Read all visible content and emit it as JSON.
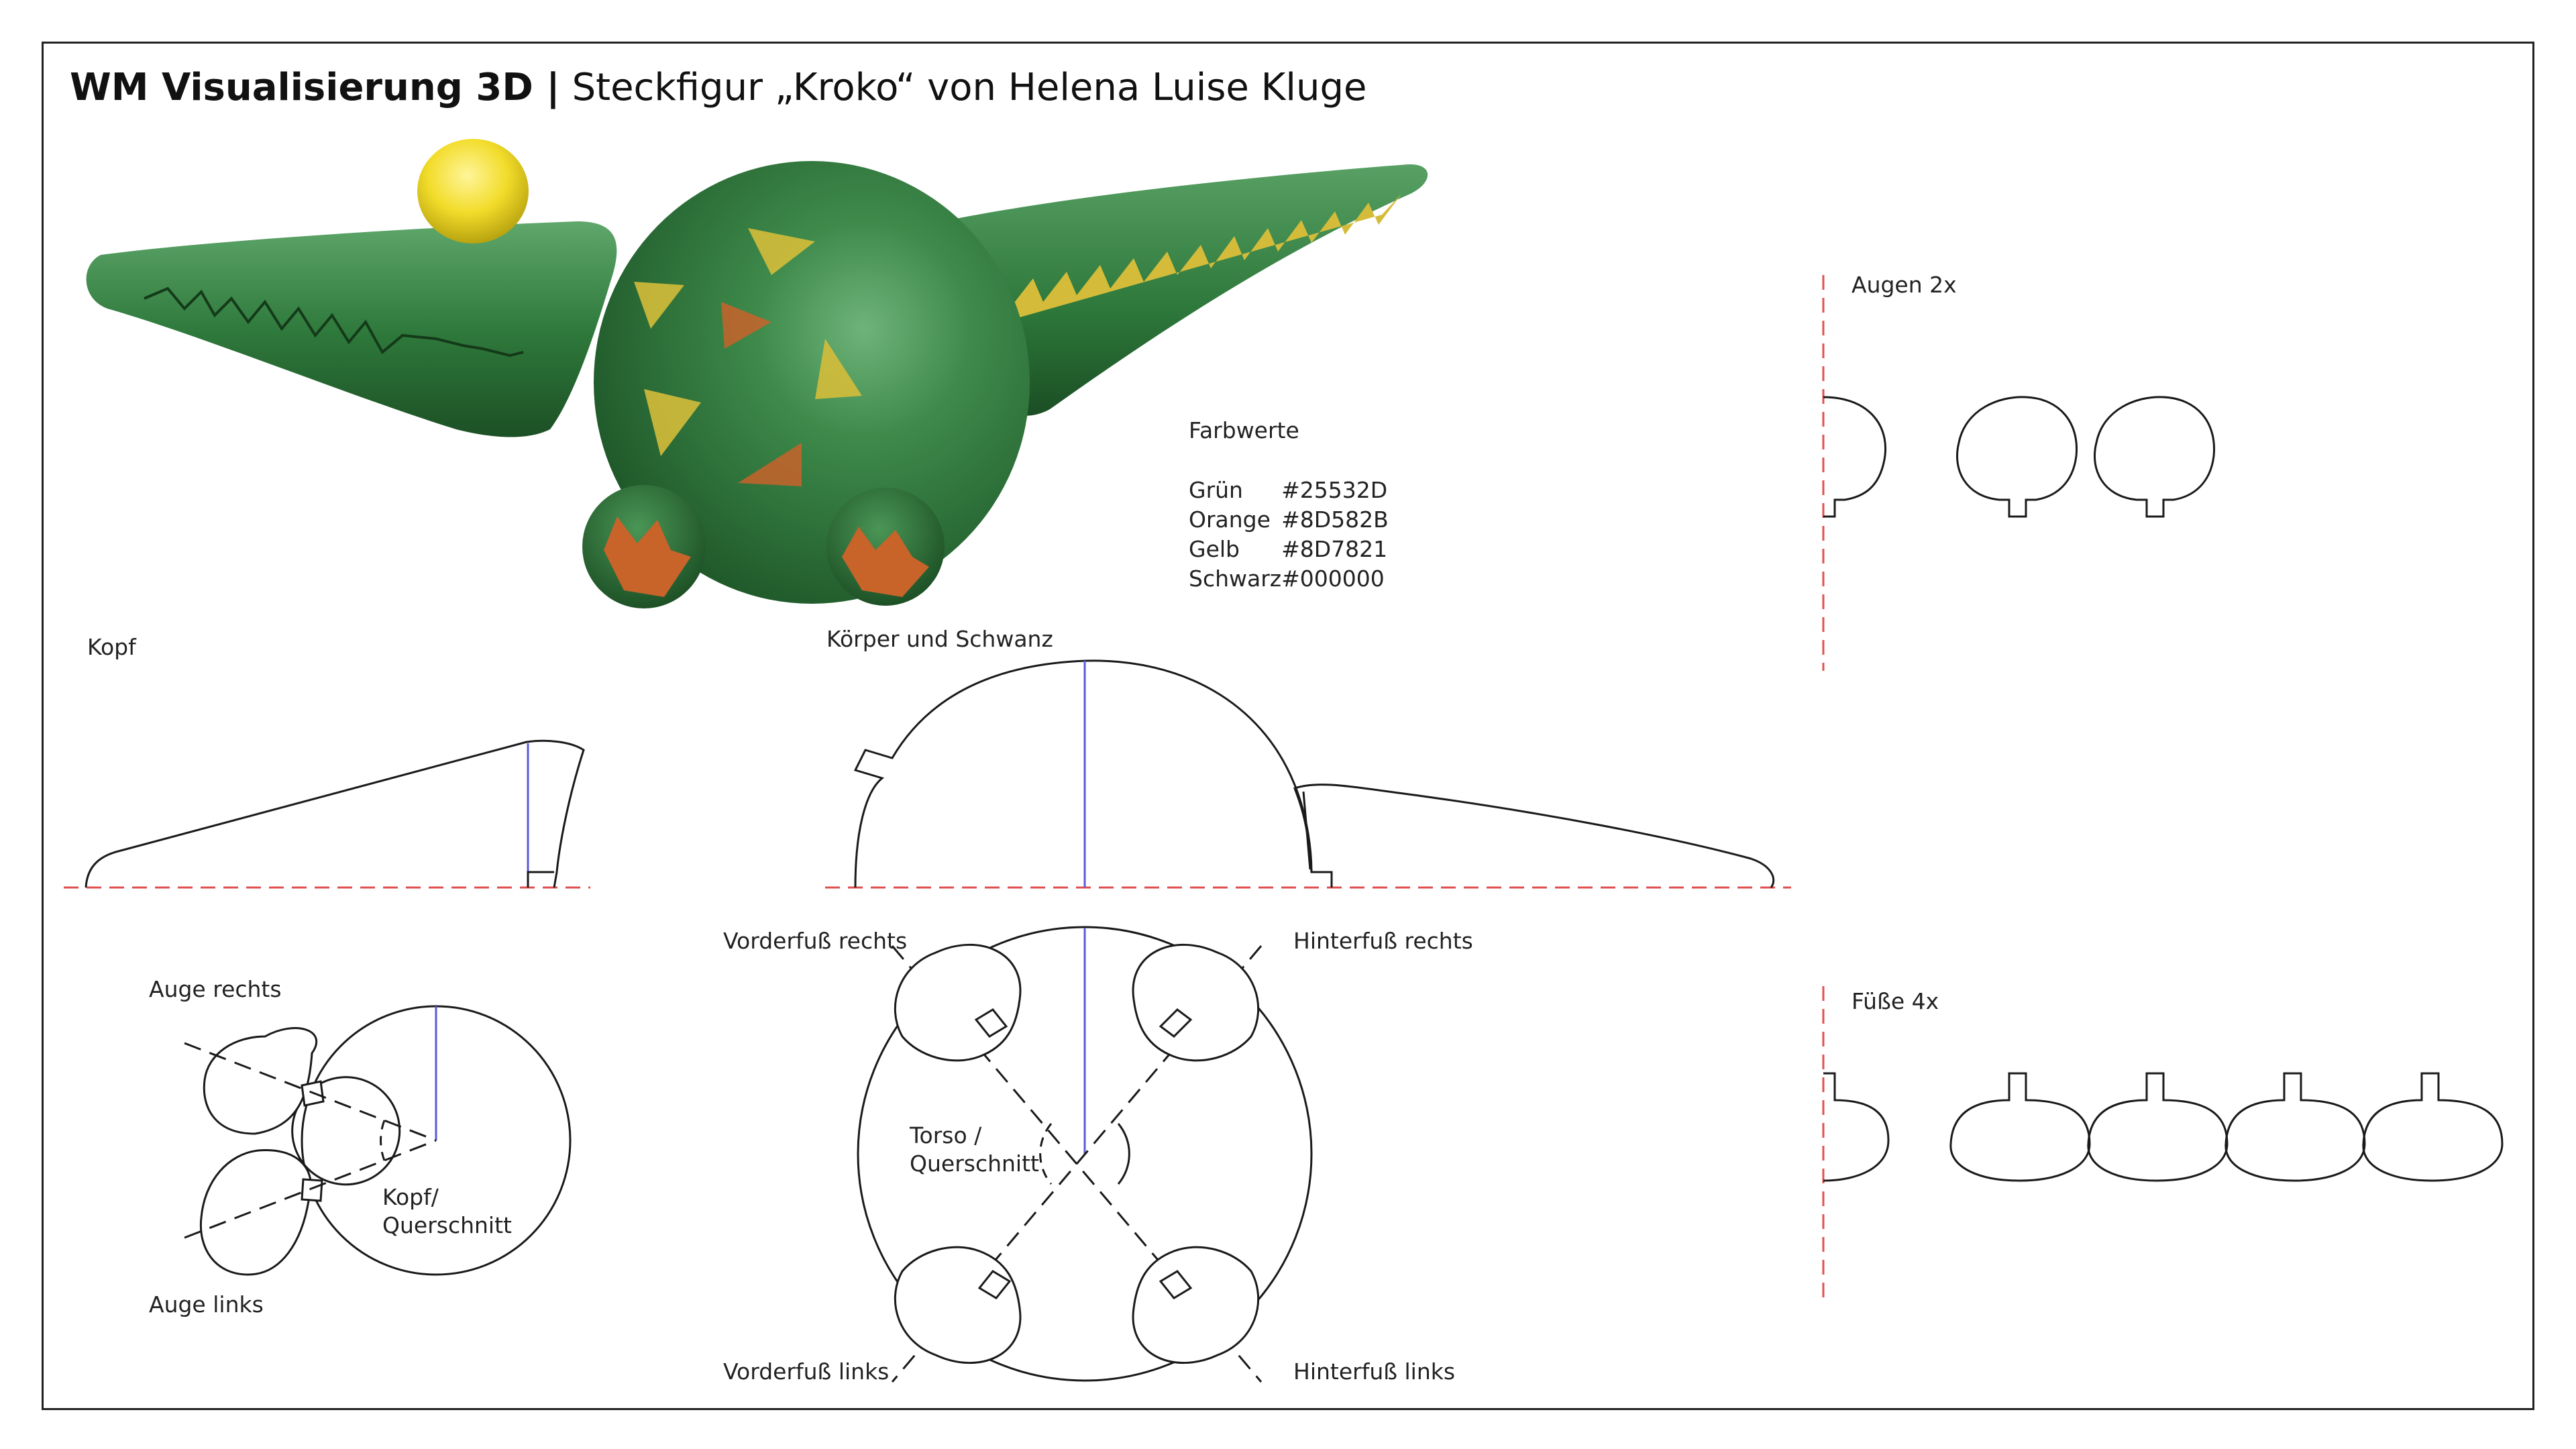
{
  "title": {
    "bold": "WM Visualisierung 3D |",
    "rest": " Steckfigur „Kroko“ von Helena Luise Kluge"
  },
  "palette": {
    "title": "Farbwerte",
    "rows": [
      {
        "name": "Grün",
        "hex": "#25532D"
      },
      {
        "name": "Orange",
        "hex": "#8D582B"
      },
      {
        "name": "Gelb",
        "hex": "#8D7821"
      },
      {
        "name": "Schwarz",
        "hex": "#000000"
      }
    ]
  },
  "render_colors": {
    "green": "#2e7d3c",
    "green_dark": "#1f5a2a",
    "orange": "#c8632a",
    "yellow": "#d9c23a",
    "eye": "#f4e23a"
  },
  "labels": {
    "kopf": "Kopf",
    "koerper": "Körper und Schwanz",
    "augen": "Augen 2x",
    "fuesse": "Füße 4x",
    "auge_rechts": "Auge rechts",
    "auge_links": "Auge links",
    "kopf_quer": "Kopf/ Querschnitt",
    "vf_rechts": "Vorderfuß rechts",
    "hf_rechts": "Hinterfuß rechts",
    "vf_links": "Vorderfuß links",
    "hf_links": "Hinterfuß links",
    "torso_quer": "Torso / Querschnitt"
  },
  "icons": {
    "render": "crocodile-render",
    "cutouts": "template-outlines"
  }
}
